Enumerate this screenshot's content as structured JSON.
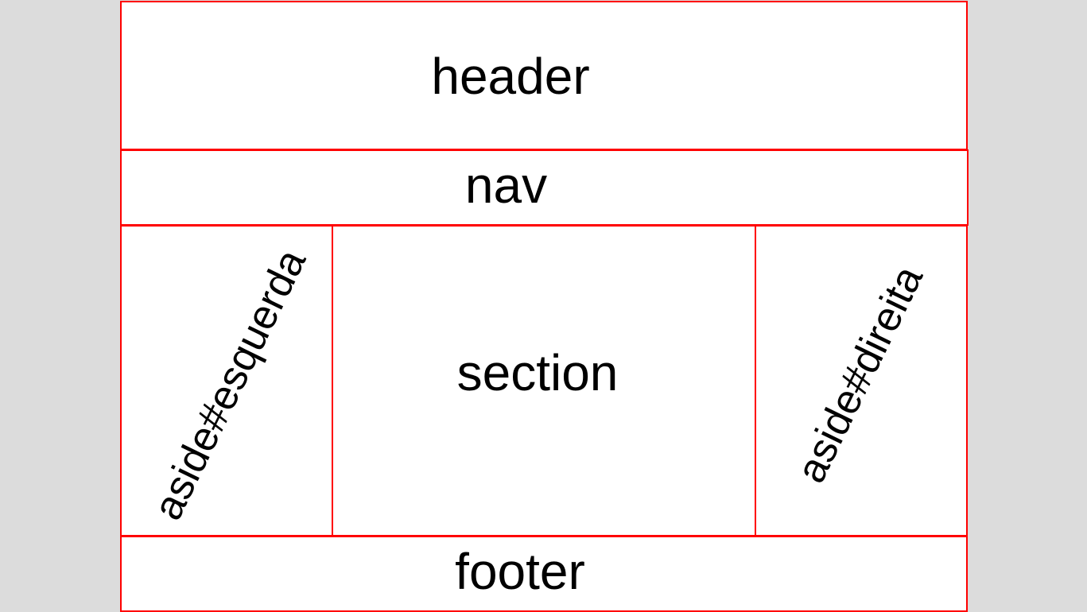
{
  "layout": {
    "header": "header",
    "nav": "nav",
    "aside_left": "aside#esquerda",
    "section": "section",
    "aside_right": "aside#direita",
    "footer": "footer"
  },
  "colors": {
    "background": "#dcdcdc",
    "box_fill": "#ffffff",
    "border": "#ff0000",
    "text": "#000000"
  }
}
